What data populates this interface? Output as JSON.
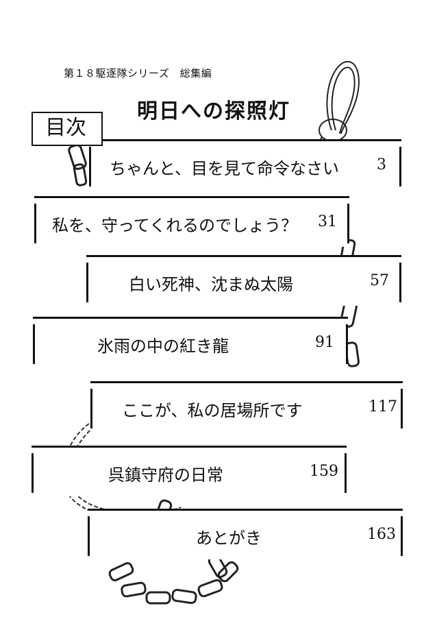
{
  "header": {
    "series": "第１８駆逐隊シリーズ　総集編",
    "title": "明日への探照灯",
    "toc_label": "目次"
  },
  "toc": [
    {
      "title": "ちゃんと、目を見て命令なさい",
      "page": "3"
    },
    {
      "title": "私を、守ってくれるのでしょう？",
      "page": "31"
    },
    {
      "title": "白い死神、沈まぬ太陽",
      "page": "57"
    },
    {
      "title": "氷雨の中の紅き龍",
      "page": "91"
    },
    {
      "title": "ここが、私の居場所です",
      "page": "117"
    },
    {
      "title": "呉鎮守府の日常",
      "page": "159"
    },
    {
      "title": "あとがき",
      "page": "163"
    }
  ]
}
